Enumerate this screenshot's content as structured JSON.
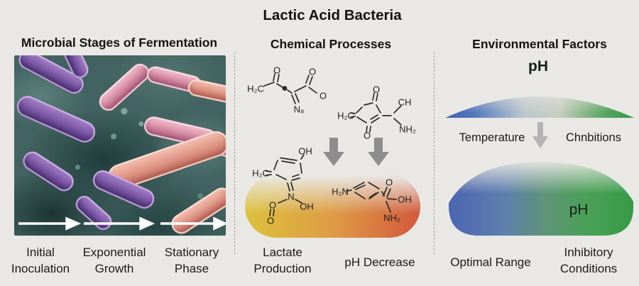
{
  "title": "Lactic Acid Bacteria",
  "microbial": {
    "title": "Microbial Stages of Fermentation",
    "stages": [
      {
        "line1": "Initial",
        "line2": "Inoculation"
      },
      {
        "line1": "Exponential",
        "line2": "Growth"
      },
      {
        "line1": "Stationary",
        "line2": "Phase"
      }
    ]
  },
  "chemical": {
    "title": "Chemical Processes",
    "outputs": [
      {
        "line1": "Lactate",
        "line2": "Production"
      },
      {
        "line1": "pH Decrease",
        "line2": ""
      }
    ],
    "struct1": {
      "h2c": "H₂C",
      "o_top_left": "O",
      "o_top_right": "O",
      "o_right": "O",
      "n": "N₈"
    },
    "struct2": {
      "h2c": "H₂C",
      "o_top": "O",
      "o_bottom": "O",
      "ch": "CH",
      "nh2": "NH₂"
    },
    "struct3": {
      "h2c": "H₂C",
      "oh_top": "OH",
      "n": "N",
      "o_left": "O",
      "o_bottom": "O",
      "oh_right": "OH"
    },
    "struct4": {
      "h2n": "H₂N",
      "o_top": "O",
      "oh": "OH",
      "nh2": "NH₂"
    }
  },
  "environmental": {
    "title": "Environmental Factors",
    "ph_top_label": "pH",
    "temperature_label": "Temperature",
    "inhibitions_label": "Chnbitions",
    "ph_bottom_label": "pH",
    "bottom_labels": [
      {
        "line1": "Optimal Range",
        "line2": ""
      },
      {
        "line1": "Inhibitory",
        "line2": "Conditions"
      }
    ]
  },
  "colors": {
    "background": "#e9e8e5",
    "text": "#161616",
    "divider": "#a0a0a0",
    "process_arrow": "#8d8d8d",
    "env_arrow": "#b3b3b3",
    "flow_arrow": "#ffffff",
    "blob_yellow": "#dcc23c",
    "blob_orange": "#d2573c",
    "gradient_blue": "#4a64b3",
    "gradient_green": "#3d9c4a"
  }
}
